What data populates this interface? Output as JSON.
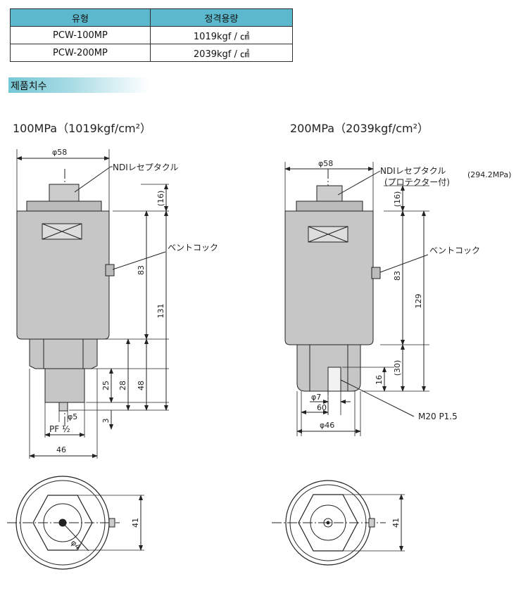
{
  "spec_table": {
    "headers": [
      "유형",
      "정격용량"
    ],
    "rows": [
      [
        "PCW-100MP",
        "1019kgf / ㎠"
      ],
      [
        "PCW-200MP",
        "2039kgf / ㎠"
      ]
    ]
  },
  "section_title": "제품치수",
  "colors": {
    "table_header": "#5cb8cc",
    "section_gradient": "#76c8d6",
    "line": "#222222"
  },
  "left_drawing": {
    "title": "100MPa（1019kgf/cm²）",
    "callout_sensor": "NDIレセプタクル",
    "callout_vent": "ベントコック",
    "dim_diameter": "φ58",
    "dim_16": "(16)",
    "dim_83": "83",
    "dim_131": "131",
    "dim_25": "25",
    "dim_28": "28",
    "dim_48": "48",
    "dim_3": "3",
    "dim_phi5": "φ5",
    "dim_pf": "PF ½",
    "dim_46": "46",
    "dim_41": "41",
    "dim_phi4": "φ4"
  },
  "right_drawing": {
    "title": "200MPa（2039kgf/cm²）",
    "callout_sensor": "NDIレセプタクル",
    "callout_sensor_note": "(294.2MPa)",
    "callout_protector": "(プロテクター付)",
    "callout_vent": "ベントコック",
    "callout_thread": "M20 P1.5",
    "dim_diameter": "φ58",
    "dim_16": "(16)",
    "dim_83": "83",
    "dim_129": "129",
    "dim_30": "(30)",
    "dim_16b": "16",
    "dim_phi7": "φ7",
    "dim_60": "60",
    "dim_46": "φ46",
    "dim_41": "41"
  }
}
